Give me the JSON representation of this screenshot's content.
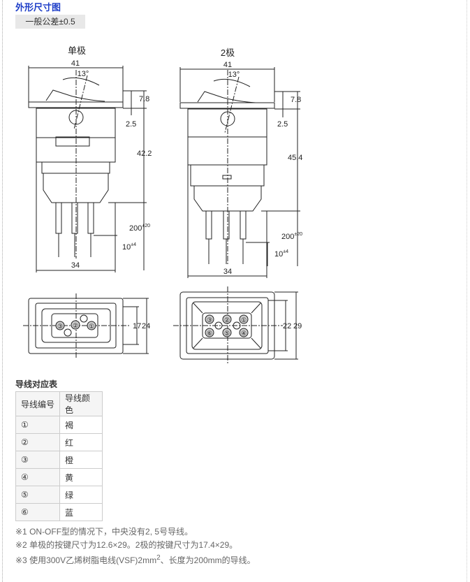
{
  "title": "外形尺寸图",
  "tolerance": "一般公差±0.5",
  "drawings": {
    "single": {
      "label": "单极",
      "width_top": "41",
      "angle": "13°",
      "d1": "7.8",
      "d2": "2.5",
      "height": "42.2",
      "lead": "200",
      "lead_tol": "±20",
      "strip": "10",
      "strip_tol": "±4",
      "width_bottom": "34",
      "h_inner": "17",
      "h_outer": "24",
      "pins": [
        "③",
        "②",
        "①"
      ]
    },
    "double": {
      "label": "2极",
      "width_top": "41",
      "angle": "13°",
      "d1": "7.8",
      "d2": "2.5",
      "height": "45.4",
      "lead": "200",
      "lead_tol": "±20",
      "strip": "10",
      "strip_tol": "±4",
      "width_bottom": "34",
      "h_inner": "22",
      "h_outer": "29",
      "pins": [
        "③",
        "②",
        "①",
        "⑥",
        "⑤",
        "④"
      ]
    }
  },
  "table": {
    "title": "导线对应表",
    "headers": [
      "导线编号",
      "导线颜色"
    ],
    "rows": [
      [
        "①",
        "褐"
      ],
      [
        "②",
        "红"
      ],
      [
        "③",
        "橙"
      ],
      [
        "④",
        "黄"
      ],
      [
        "⑤",
        "绿"
      ],
      [
        "⑥",
        "蓝"
      ]
    ]
  },
  "notes": [
    "※1 ON-OFF型的情况下，中央没有2, 5号导线。",
    "※2 单极的按键尺寸为12.6×29。2极的按键尺寸为17.4×29。",
    "※3 使用300V乙烯树脂电线(VSF)2mm",
    "2",
    "、长度为200mm的导线。"
  ]
}
